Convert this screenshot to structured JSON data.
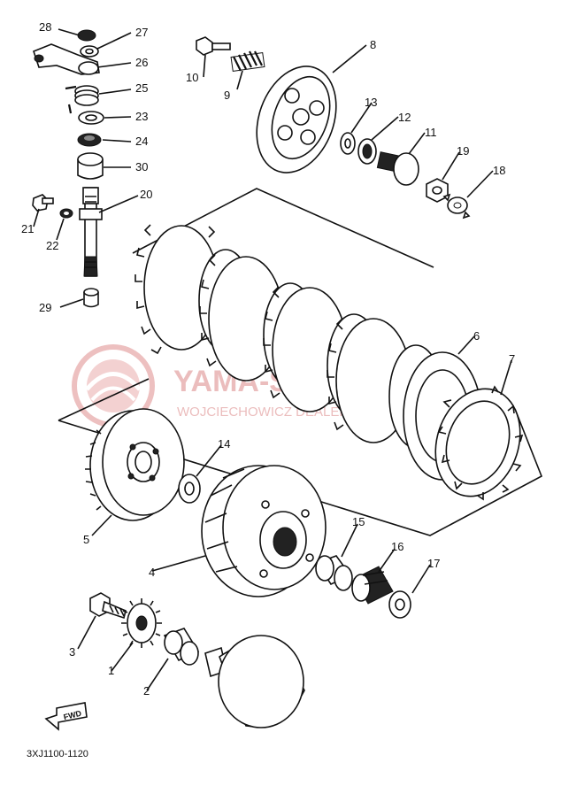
{
  "diagram": {
    "part_callouts": [
      "1",
      "2",
      "3",
      "4",
      "5",
      "6",
      "7",
      "8",
      "9",
      "10",
      "11",
      "12",
      "13",
      "14",
      "15",
      "16",
      "17",
      "18",
      "19",
      "20",
      "21",
      "22",
      "23",
      "24",
      "25",
      "26",
      "27",
      "28",
      "29",
      "30"
    ],
    "direction_arrow_label": "FWD",
    "drawing_code": "3XJ1100-1120"
  },
  "watermark": {
    "title": "YAMA-SKLEP.PL",
    "subtitle": "WOJCIECHOWICZ DEALER YAMAHA"
  },
  "colors": {
    "line": "#111111",
    "watermark": "#e8b2b2"
  }
}
